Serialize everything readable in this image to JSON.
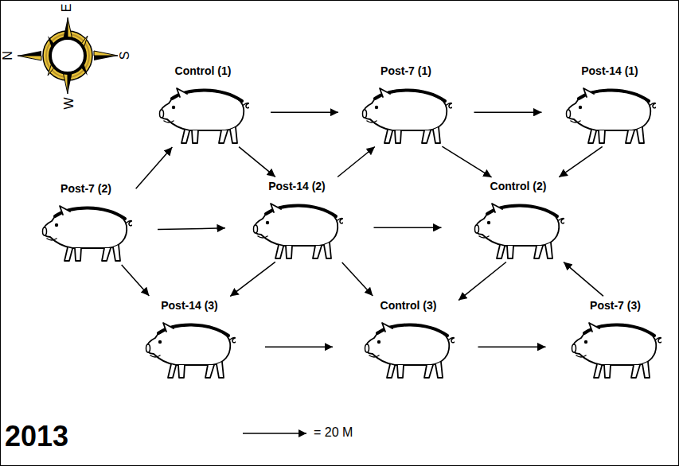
{
  "diagram": {
    "nodes": [
      {
        "text": [
          "Control (1)"
        ]
      },
      {
        "text": [
          "Post-7 (1)"
        ]
      },
      {
        "text": [
          "Post-14 (1)"
        ]
      },
      {
        "text": [
          "Post-7 (2)"
        ]
      },
      {
        "text": [
          "Post-14 (2)"
        ]
      },
      {
        "text": [
          "Control (2)"
        ]
      },
      {
        "text": [
          "Post-14 (3)"
        ]
      },
      {
        "text": [
          "Control (3)"
        ]
      },
      {
        "text": [
          "Post-7 (3)"
        ]
      }
    ],
    "edges": [
      {
        "from": 3,
        "to": 0,
        "arrow": "to"
      },
      {
        "from": 0,
        "to": 1,
        "arrow": "to"
      },
      {
        "from": 1,
        "to": 2,
        "arrow": "to"
      },
      {
        "from": 0,
        "to": 4,
        "arrow": "to"
      },
      {
        "from": 4,
        "to": 1,
        "arrow": "to"
      },
      {
        "from": 1,
        "to": 5,
        "arrow": "to"
      },
      {
        "from": 2,
        "to": 5,
        "arrow": "to"
      },
      {
        "from": 3,
        "to": 4,
        "arrow": "to"
      },
      {
        "from": 4,
        "to": 5,
        "arrow": "to"
      },
      {
        "from": 3,
        "to": 6,
        "arrow": "to"
      },
      {
        "from": 4,
        "to": 6,
        "arrow": "to"
      },
      {
        "from": 4,
        "to": 7,
        "arrow": "to"
      },
      {
        "from": 5,
        "to": 7,
        "arrow": "to"
      },
      {
        "from": 8,
        "to": 5,
        "arrow": "to"
      },
      {
        "from": 6,
        "to": 7,
        "arrow": "to"
      },
      {
        "from": 7,
        "to": 8,
        "arrow": "to"
      }
    ],
    "labels": [
      "E",
      "N",
      "S",
      "W",
      "2013"
    ],
    "legend": [
      {
        "text": "= 20 M"
      }
    ]
  }
}
